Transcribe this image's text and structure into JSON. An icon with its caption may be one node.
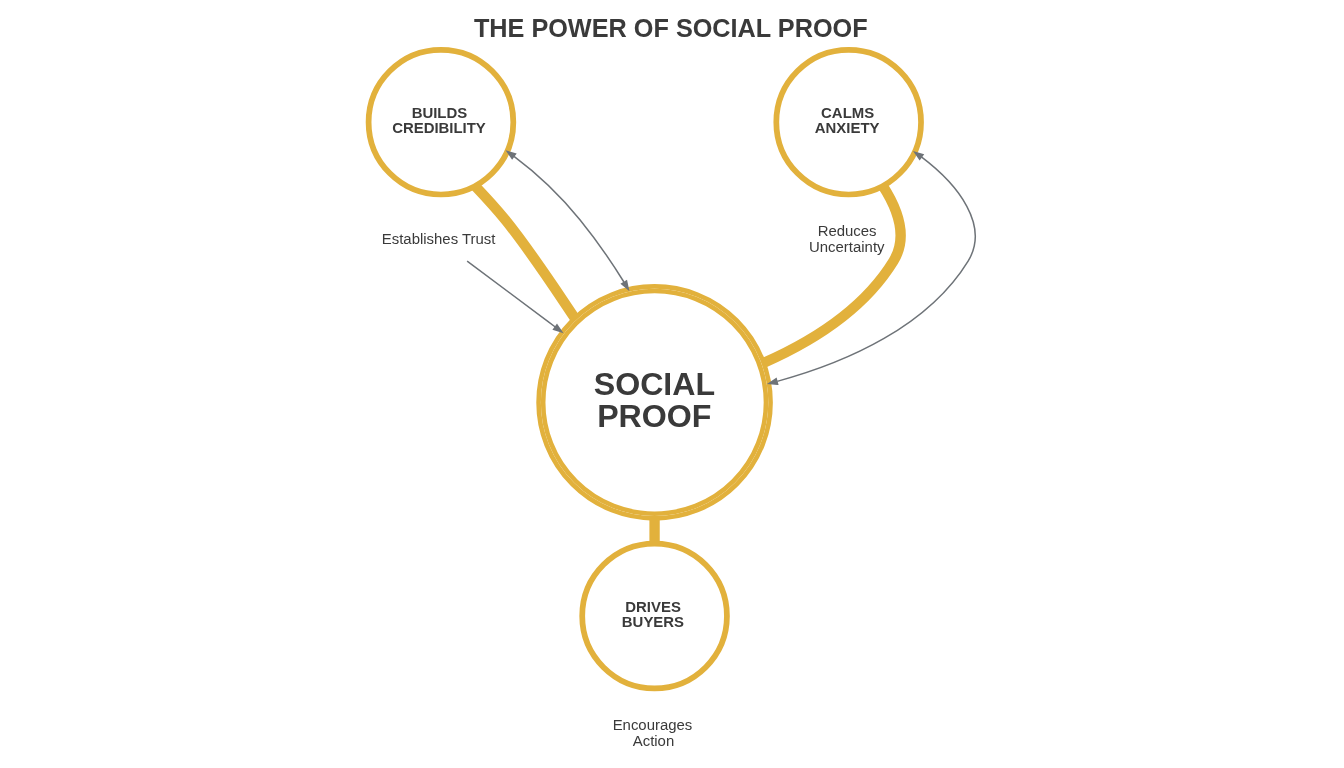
{
  "diagram": {
    "title": "THE POWER OF SOCIAL PROOF",
    "nodes": [
      {
        "text": [
          "BUILDS CREDIBILITY"
        ]
      },
      {
        "text": [
          "CALMS ANXIETY"
        ],
        "beside": [
          "Reduces Uncertainty"
        ]
      },
      {
        "text": [
          "Establishes Trust"
        ]
      },
      {
        "text": [
          "SOCIAL PROOF"
        ]
      },
      {
        "text": [
          "DRIVES BUYERS"
        ],
        "beside": [
          "Encourages Action"
        ]
      }
    ],
    "edges": [
      {
        "from": 0,
        "to": 3,
        "arrow": "none",
        "style": "thick",
        "color": "#e2b13c"
      },
      {
        "from": 1,
        "to": 3,
        "arrow": "none",
        "style": "thick",
        "color": "#e2b13c"
      },
      {
        "from": 3,
        "to": 4,
        "arrow": "none",
        "style": "thick",
        "color": "#e2b13c"
      },
      {
        "from": 0,
        "to": 3,
        "arrow": "both",
        "color": "#6e7378"
      },
      {
        "from": 2,
        "to": 3,
        "arrow": "to",
        "color": "#6e7378"
      },
      {
        "from": 1,
        "to": 3,
        "arrow": "both",
        "color": "#6e7378"
      }
    ]
  }
}
